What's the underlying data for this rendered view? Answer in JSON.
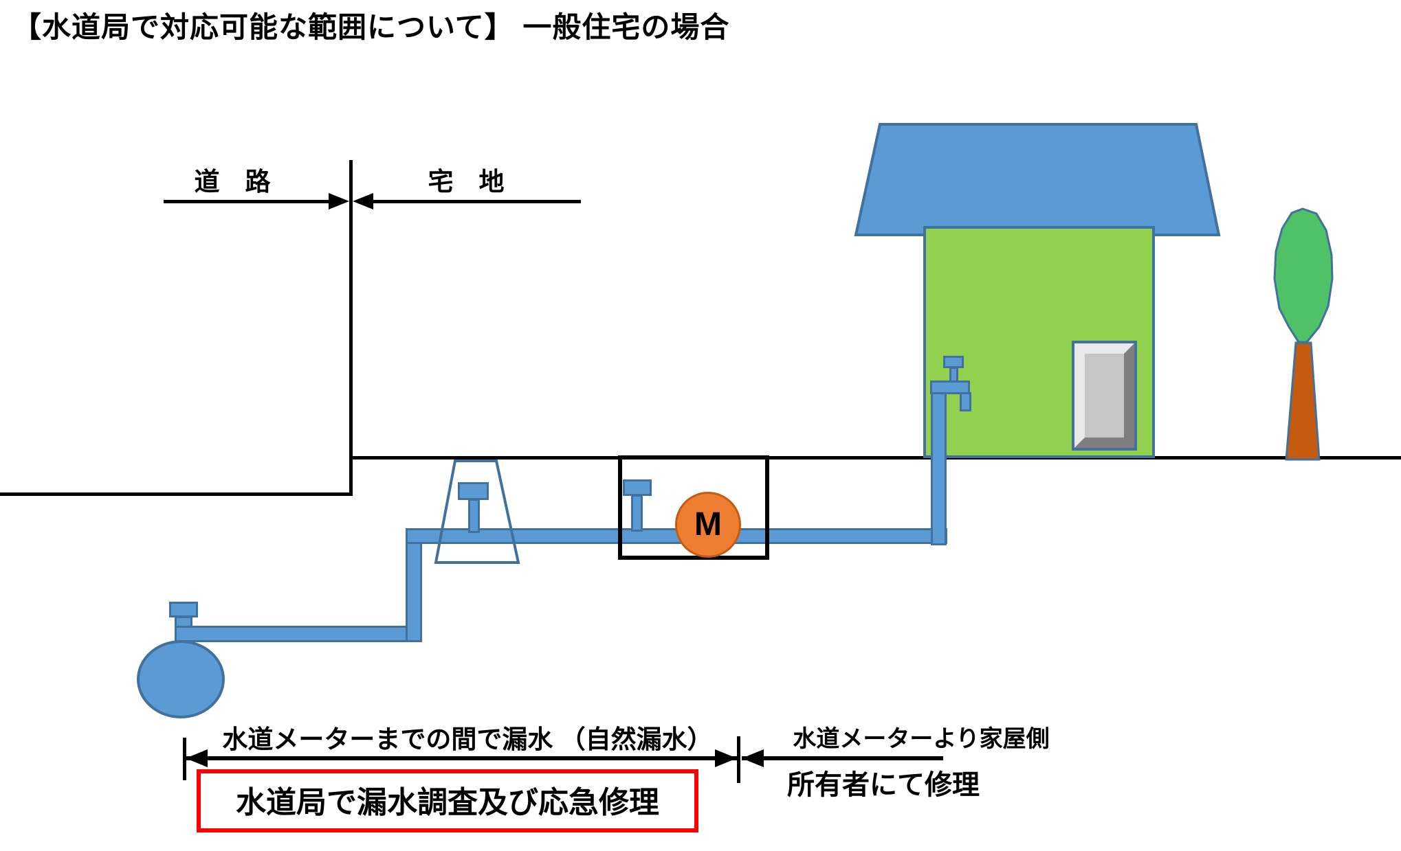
{
  "title": "【水道局で対応可能な範囲について】 一般住宅の場合",
  "zones": {
    "road": "道　路",
    "property": "宅　地"
  },
  "meter": {
    "label": "M"
  },
  "dims": {
    "left_label": "水道メーターまでの間で漏水 （自然漏水）",
    "right_label": "水道メーターより家屋側",
    "right_sublabel": "所有者にて修理",
    "highlight": "水道局で漏水調査及び応急修理"
  },
  "colors": {
    "pipe_fill": "#5B9BD5",
    "pipe_border": "#41719C",
    "outline": "#41719C",
    "roof": "#5B9BD5",
    "house_wall": "#92D050",
    "door_panel": "#C6C6C6",
    "door_light": "#E9E9E9",
    "door_shadow": "#7F7F7F",
    "tree_foliage": "#4FC166",
    "tree_trunk": "#C55A11",
    "meter_fill": "#ED7D31",
    "meter_border": "#C55A11",
    "highlight_border": "#FF0000",
    "line_color": "#000000"
  }
}
